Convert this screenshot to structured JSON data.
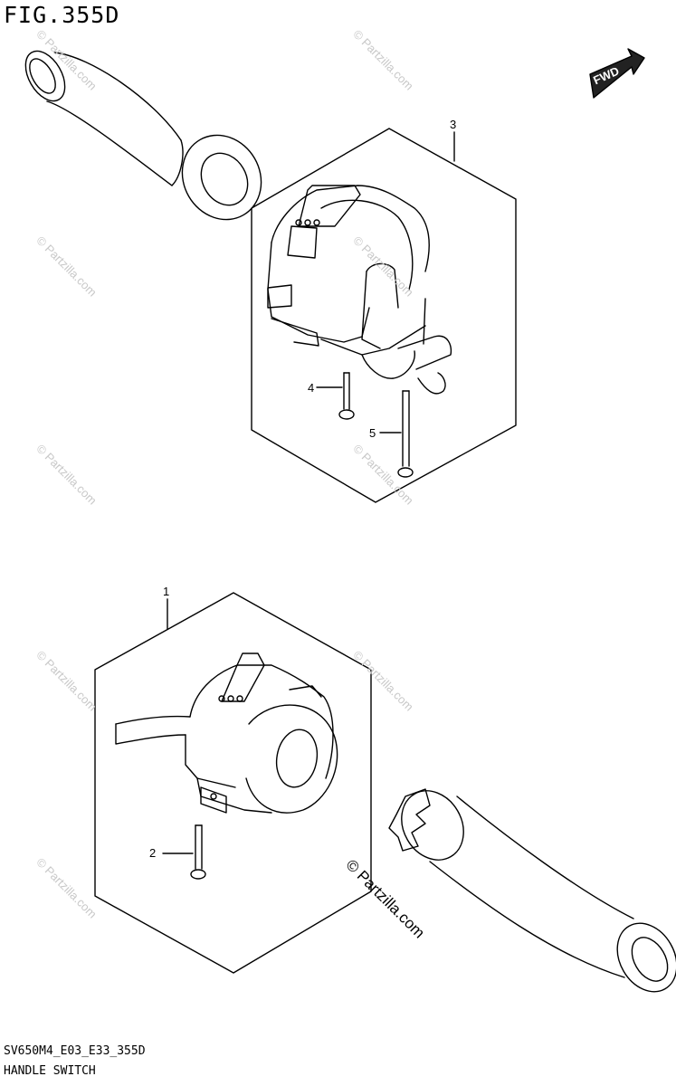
{
  "figure": {
    "title": "FIG.355D",
    "code": "SV650M4_E03_E33_355D",
    "name": "HANDLE SWITCH"
  },
  "fwd_label": "FWD",
  "callouts": [
    {
      "id": "1",
      "label": "1"
    },
    {
      "id": "2",
      "label": "2"
    },
    {
      "id": "3",
      "label": "3"
    },
    {
      "id": "4",
      "label": "4"
    },
    {
      "id": "5",
      "label": "5"
    }
  ],
  "watermark": {
    "small": "© Partzilla.com",
    "main": "© Partzilla.com"
  }
}
